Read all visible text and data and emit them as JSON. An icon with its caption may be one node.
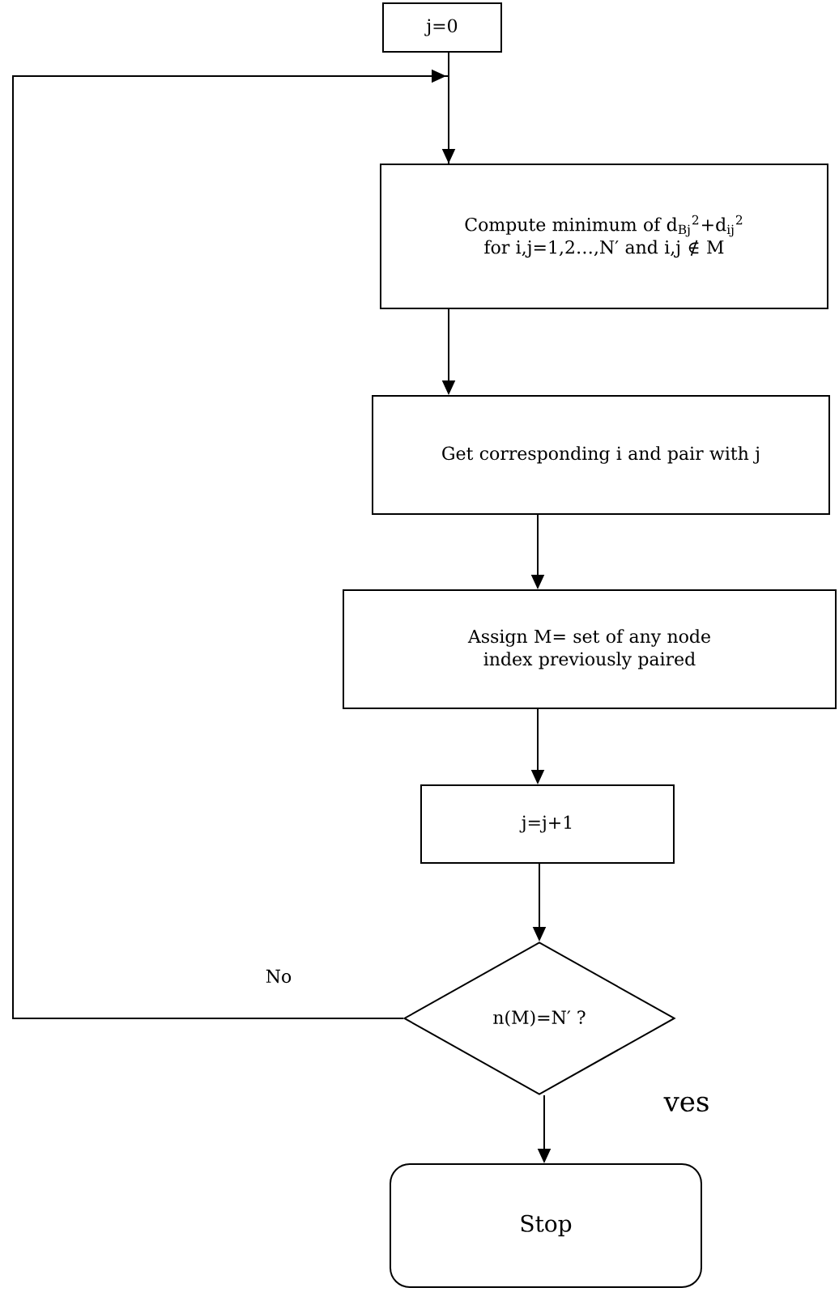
{
  "diagram": {
    "nodes": [
      {
        "text": [
          "j=0"
        ]
      },
      {
        "text": [
          "Compute minimum of d$_{Bj}$$^{2}$+d$_{ij}$$^{2}$ for i,j=1,2…,N′ and i,j ∉ M"
        ]
      },
      {
        "text": [
          "Get corresponding i and pair with j"
        ]
      },
      {
        "text": [
          "Assign M= set of any node index previously paired"
        ]
      },
      {
        "text": [
          "j=j+1"
        ]
      },
      {
        "text": [
          "n(M)=N′ ?"
        ]
      },
      {
        "text": [
          "Stop"
        ]
      }
    ],
    "edges": [
      {
        "from": 0,
        "to": 1,
        "arrow": "to"
      },
      {
        "from": 1,
        "to": 2,
        "arrow": "to"
      },
      {
        "from": 2,
        "to": 3,
        "arrow": "to"
      },
      {
        "from": 3,
        "to": 4,
        "arrow": "to"
      },
      {
        "from": 4,
        "to": 5,
        "arrow": "to"
      },
      {
        "from": 5,
        "to": 1,
        "arrow": "to",
        "label": "No"
      },
      {
        "from": 5,
        "to": 6,
        "arrow": "to",
        "label": "ves"
      }
    ]
  }
}
